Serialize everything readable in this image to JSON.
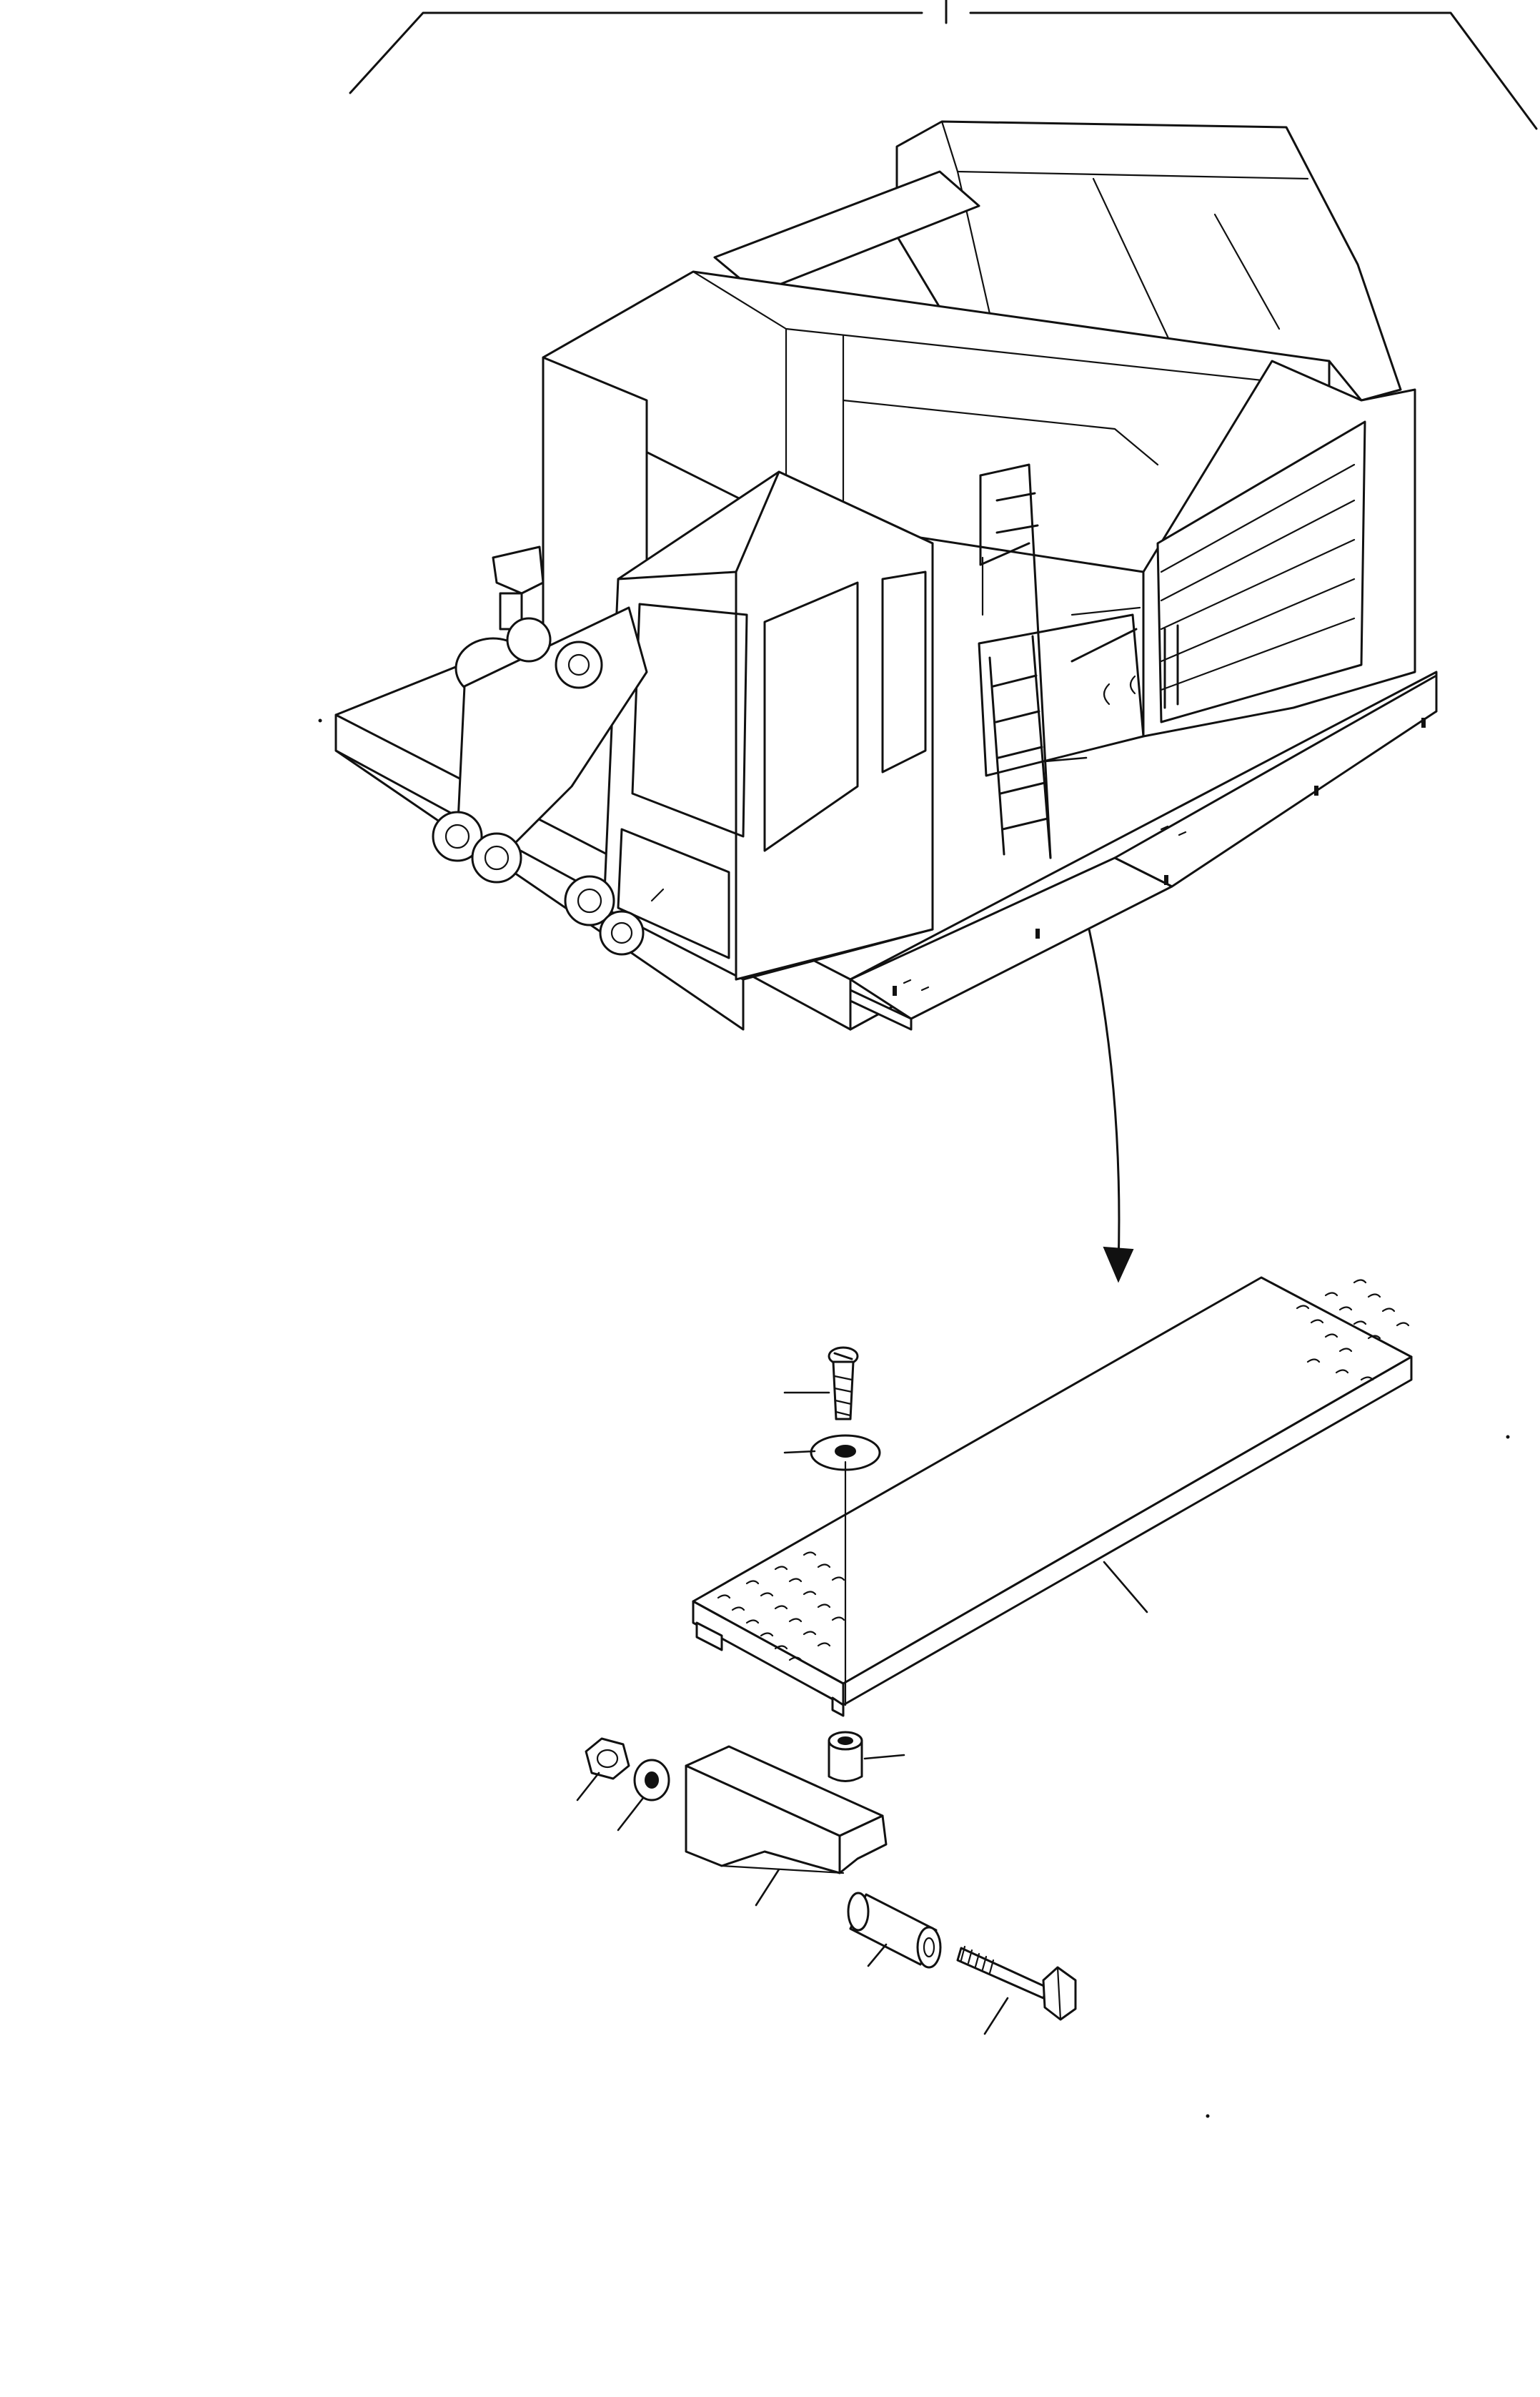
{
  "diagram": {
    "type": "exploded-parts-illustration",
    "colors": {
      "line": "#111111",
      "background": "#ffffff"
    },
    "parts": [
      {
        "id": "machine",
        "icon": "excavator-upper-structure-icon"
      },
      {
        "id": "walkway-plate",
        "icon": "perforated-walkway-plate-icon"
      },
      {
        "id": "screw",
        "icon": "screw-icon"
      },
      {
        "id": "washer-top",
        "icon": "washer-icon"
      },
      {
        "id": "spacer",
        "icon": "spacer-icon"
      },
      {
        "id": "bracket",
        "icon": "bracket-icon"
      },
      {
        "id": "nut",
        "icon": "hex-nut-icon"
      },
      {
        "id": "washer-side",
        "icon": "washer-icon"
      },
      {
        "id": "collar",
        "icon": "collar-icon"
      },
      {
        "id": "bolt",
        "icon": "hex-bolt-icon"
      }
    ],
    "callout_leaders": 11,
    "arrow": "detail-arrow-icon"
  }
}
